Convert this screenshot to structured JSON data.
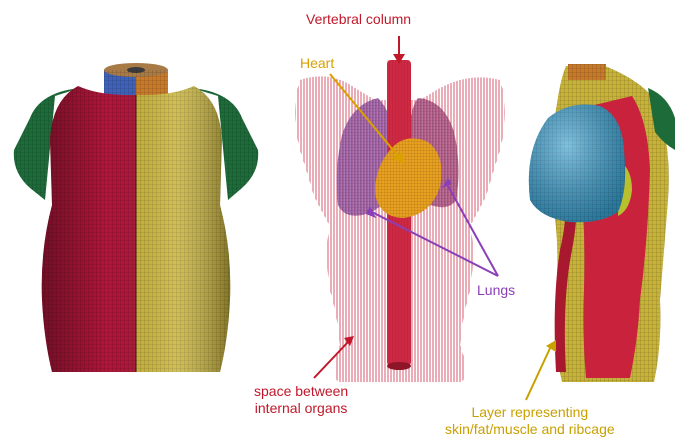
{
  "labels": {
    "vertebral_column": "Vertebral column",
    "heart": "Heart",
    "lungs": "Lungs",
    "space_line1": "space between",
    "space_line2": "internal organs",
    "layer_line1": "Layer representing",
    "layer_line2": "skin/fat/muscle and ribcage"
  },
  "colors": {
    "trunk_red": "#b0163a",
    "trunk_yellow": "#c8b33a",
    "shoulder_green": "#1e6b3a",
    "neck_blue": "#3f62b8",
    "neck_orange": "#c77a2a",
    "lung_blue": "#3aa0d0",
    "spine_red": "#c8223c",
    "cavity_pink": "#e49aa8",
    "heart_orange": "#e8a020",
    "lung_purple": "#8c4a9c",
    "label_red": "#c0182a",
    "label_gold": "#d9a000",
    "label_purple": "#8a3fb8"
  }
}
